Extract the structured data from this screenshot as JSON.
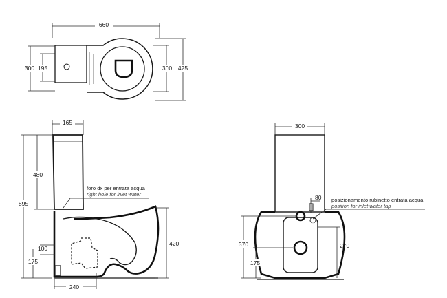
{
  "top_view": {
    "width_label": "660",
    "tank_depth_outer_label": "300",
    "tank_depth_inner_label": "195",
    "bowl_width_label": "300",
    "total_depth_label": "425"
  },
  "side_view": {
    "tank_width_label": "165",
    "tank_height_label": "480",
    "total_height_label": "895",
    "bowl_height_label": "420",
    "drain_label": "100",
    "drain_height_label": "175",
    "floor_drain_label": "240",
    "inlet_note_it": "foro dx per entrata acqua",
    "inlet_note_en": "right hole for inlet water"
  },
  "back_view": {
    "tank_width_label": "300",
    "tap_label": "80",
    "tap_note_it": "posizionamento rubinetto entrata acqua",
    "tap_note_en": "position for inlet water tap",
    "left_height_label": "370",
    "drain_height_label": "175",
    "right_height_label": "270"
  }
}
